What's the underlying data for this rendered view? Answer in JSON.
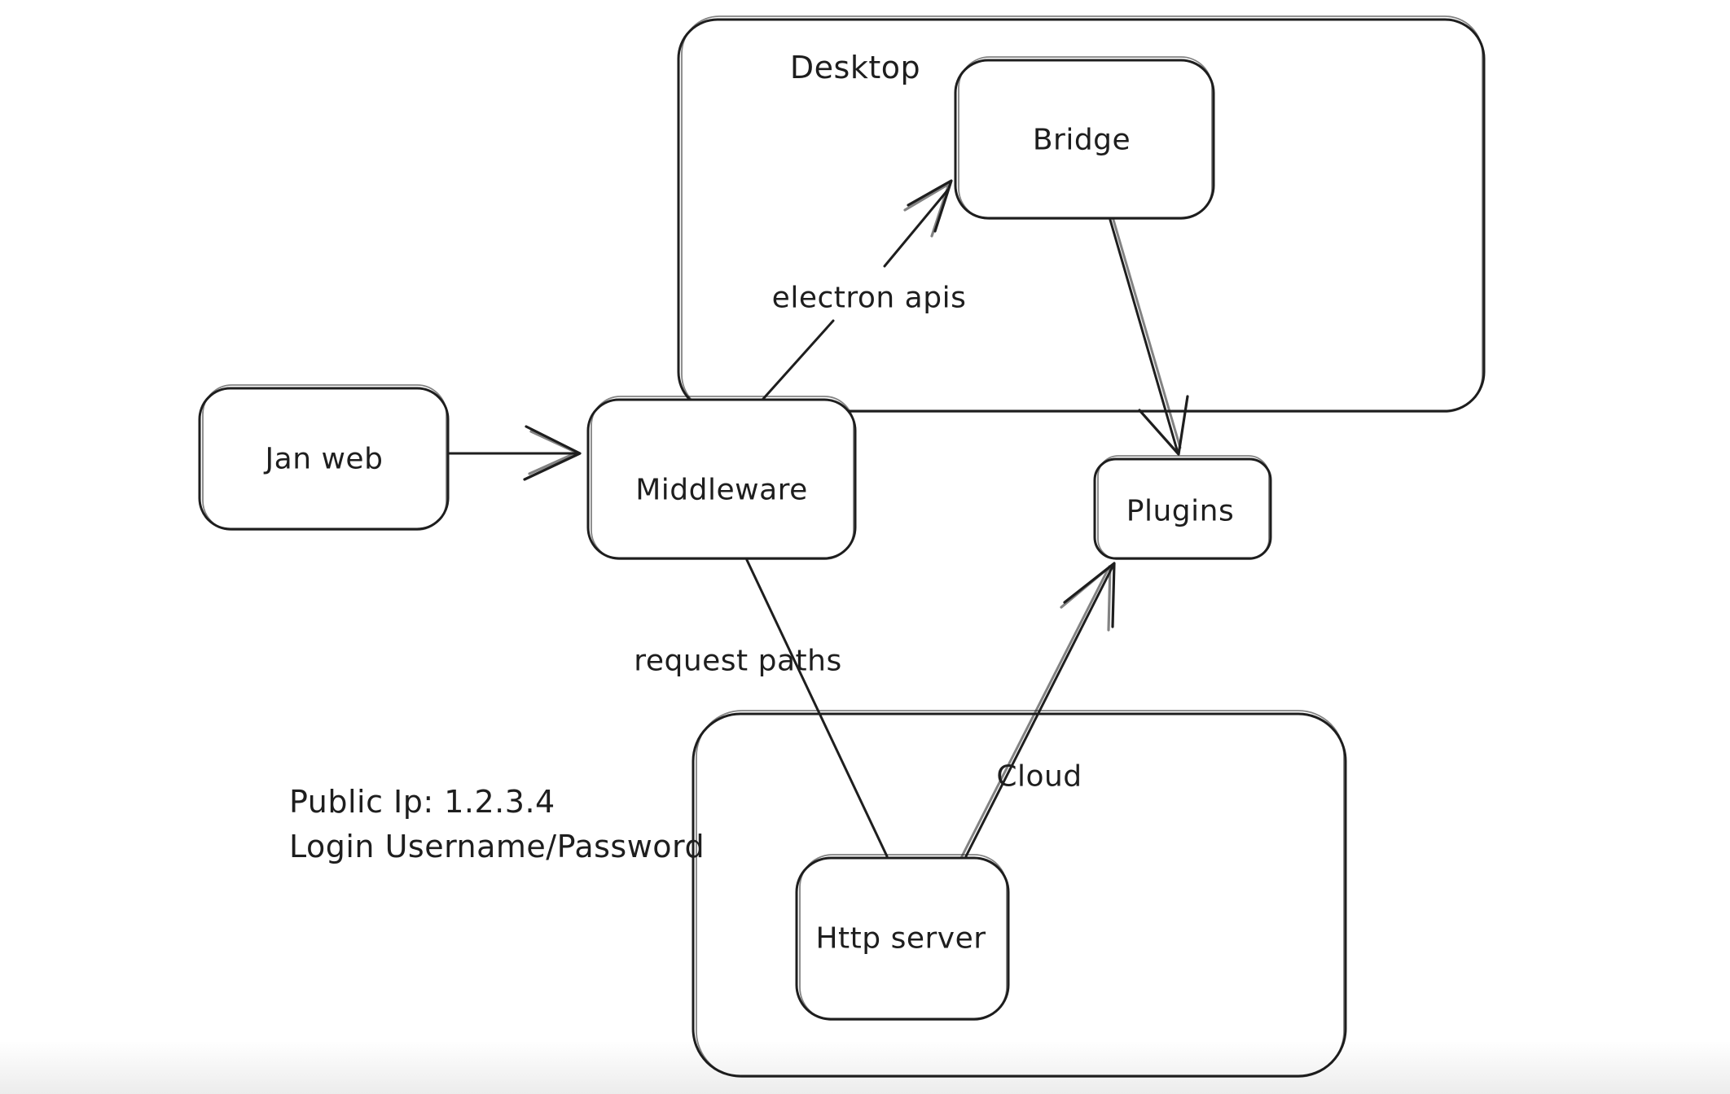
{
  "canvas": {
    "background": "#ffffff",
    "stroke_color": "#1e1e1e"
  },
  "containers": [
    {
      "id": "desktop",
      "label": "Desktop"
    },
    {
      "id": "cloud",
      "label": "Cloud"
    }
  ],
  "nodes": [
    {
      "id": "jan-web",
      "label": "Jan web"
    },
    {
      "id": "middleware",
      "label": "Middleware"
    },
    {
      "id": "bridge",
      "label": "Bridge"
    },
    {
      "id": "plugins",
      "label": "Plugins"
    },
    {
      "id": "http-server",
      "label": "Http server"
    }
  ],
  "edges": [
    {
      "id": "jan-web-to-middleware",
      "from": "Jan web",
      "to": "Middleware",
      "label": ""
    },
    {
      "id": "middleware-to-bridge",
      "from": "Middleware",
      "to": "Bridge",
      "label": "electron apis"
    },
    {
      "id": "bridge-to-plugins",
      "from": "Bridge",
      "to": "Plugins",
      "label": ""
    },
    {
      "id": "middleware-to-http-server",
      "from": "Middleware",
      "to": "Http server",
      "label": "request paths"
    },
    {
      "id": "http-server-to-plugins",
      "from": "Http server",
      "to": "Plugins",
      "label": ""
    }
  ],
  "annotations": [
    {
      "id": "public-ip",
      "text": "Public Ip: 1.2.3.4"
    },
    {
      "id": "login",
      "text": "Login Username/Password"
    }
  ]
}
